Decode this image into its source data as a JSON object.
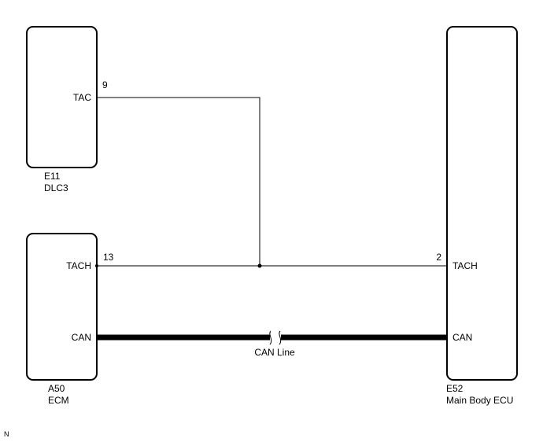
{
  "components": {
    "dlc3": {
      "connector": "E11",
      "name": "DLC3",
      "pin_label": "TAC",
      "pin_number": "9"
    },
    "ecm": {
      "connector": "A50",
      "name": "ECM",
      "tach_label": "TACH",
      "tach_pin": "13",
      "can_label": "CAN"
    },
    "main_body_ecu": {
      "connector": "E52",
      "name": "Main Body ECU",
      "tach_label": "TACH",
      "tach_pin": "2",
      "can_label": "CAN"
    }
  },
  "wires": {
    "can_line_label": "CAN Line"
  },
  "footer": {
    "mark": "N"
  }
}
